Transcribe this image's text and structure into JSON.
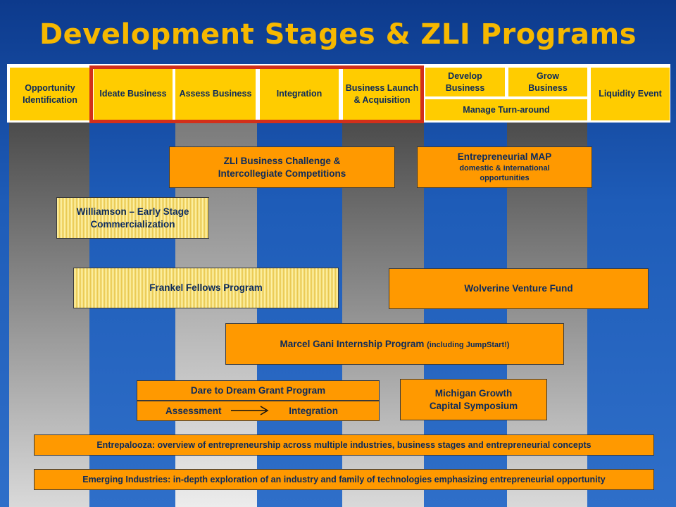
{
  "title": "Development Stages & ZLI Programs",
  "stages": {
    "opportunity": "Opportunity\nIdentification",
    "ideate": "Ideate Business",
    "assess": "Assess Business",
    "integration": "Integration",
    "launch": "Business Launch\n& Acquisition",
    "develop": "Develop\nBusiness",
    "grow": "Grow\nBusiness",
    "turnaround": "Manage Turn-around",
    "liquidity": "Liquidity Event"
  },
  "programs": {
    "zli_challenge": {
      "line1": "ZLI Business Challenge &",
      "line2": "Intercollegiate Competitions"
    },
    "map": {
      "line1": "Entrepreneurial MAP",
      "line2": "domestic & international",
      "line3": "opportunities"
    },
    "williamson": {
      "line1": "Williamson – Early Stage",
      "line2": "Commercialization"
    },
    "frankel": "Frankel Fellows Program",
    "wolverine": "Wolverine Venture Fund",
    "gani": {
      "main": "Marcel Gani Internship Program ",
      "note": "(including JumpStart!)"
    },
    "dare": {
      "title": "Dare to Dream Grant Program",
      "from": "Assessment",
      "to": "Integration"
    },
    "michigan": {
      "line1": "Michigan Growth",
      "line2": "Capital Symposium"
    },
    "entrepalooza": "Entrepalooza: overview of entrepreneurship across multiple industries, business stages and entrepreneurial concepts",
    "emerging": "Emerging Industries: in-depth exploration of an industry and family of technologies emphasizing entrepreneurial opportunity"
  },
  "colors": {
    "title": "#f6b800",
    "stage": "#ffcc00",
    "program_orange": "#ff9900",
    "frame_red": "#d22f1a"
  }
}
